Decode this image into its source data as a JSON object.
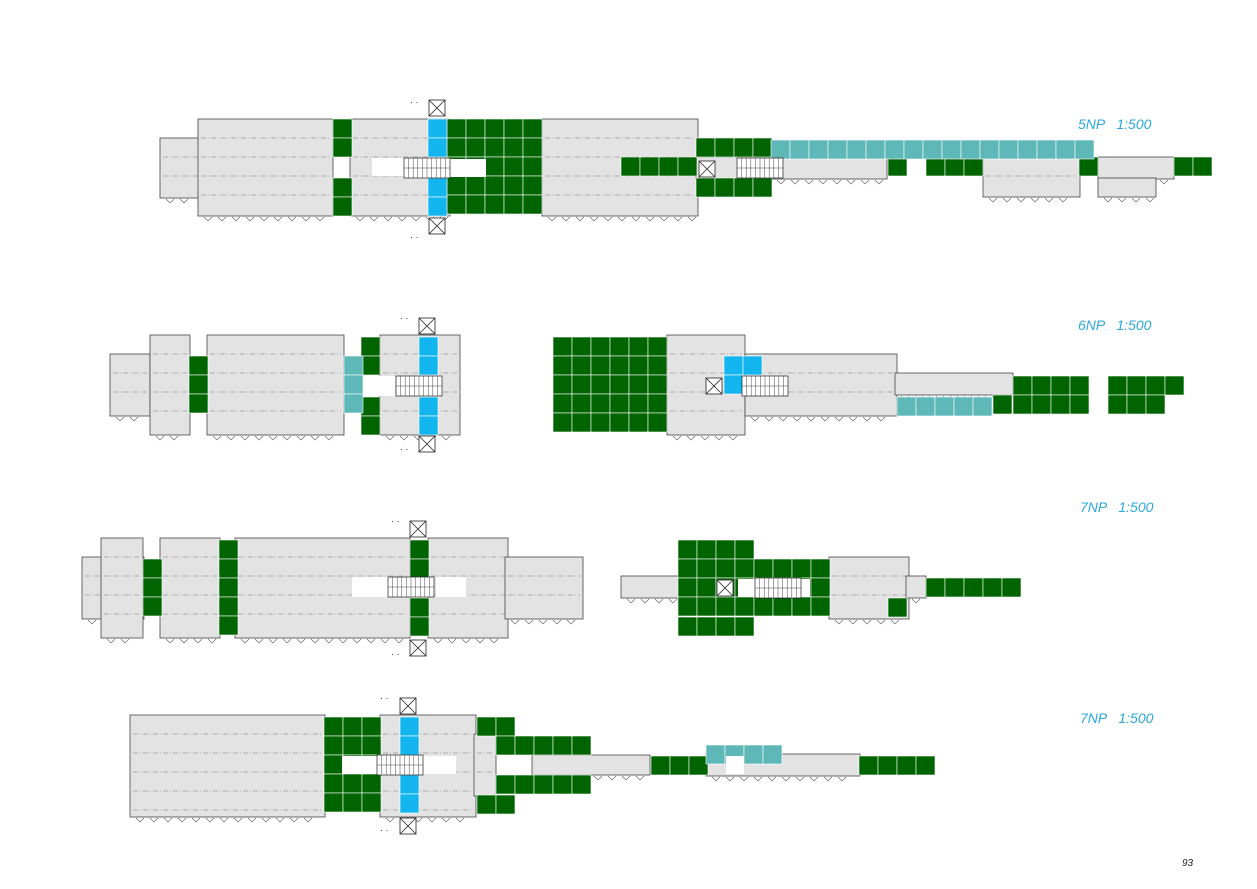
{
  "colors": {
    "room": "#e3e3e3",
    "terrace": "#006400",
    "core": "#13b5ee",
    "balcony": "#5fb8b8",
    "outline": "#444444",
    "label": "#2ba6df"
  },
  "floors": [
    {
      "label": "5NP   1:500"
    },
    {
      "label": "6NP   1:500"
    },
    {
      "label": "7NP   1:500"
    },
    {
      "label": "7NP   1:500"
    }
  ],
  "page_number": "93",
  "icons": [
    "elevator-icon",
    "staircase-icon"
  ]
}
